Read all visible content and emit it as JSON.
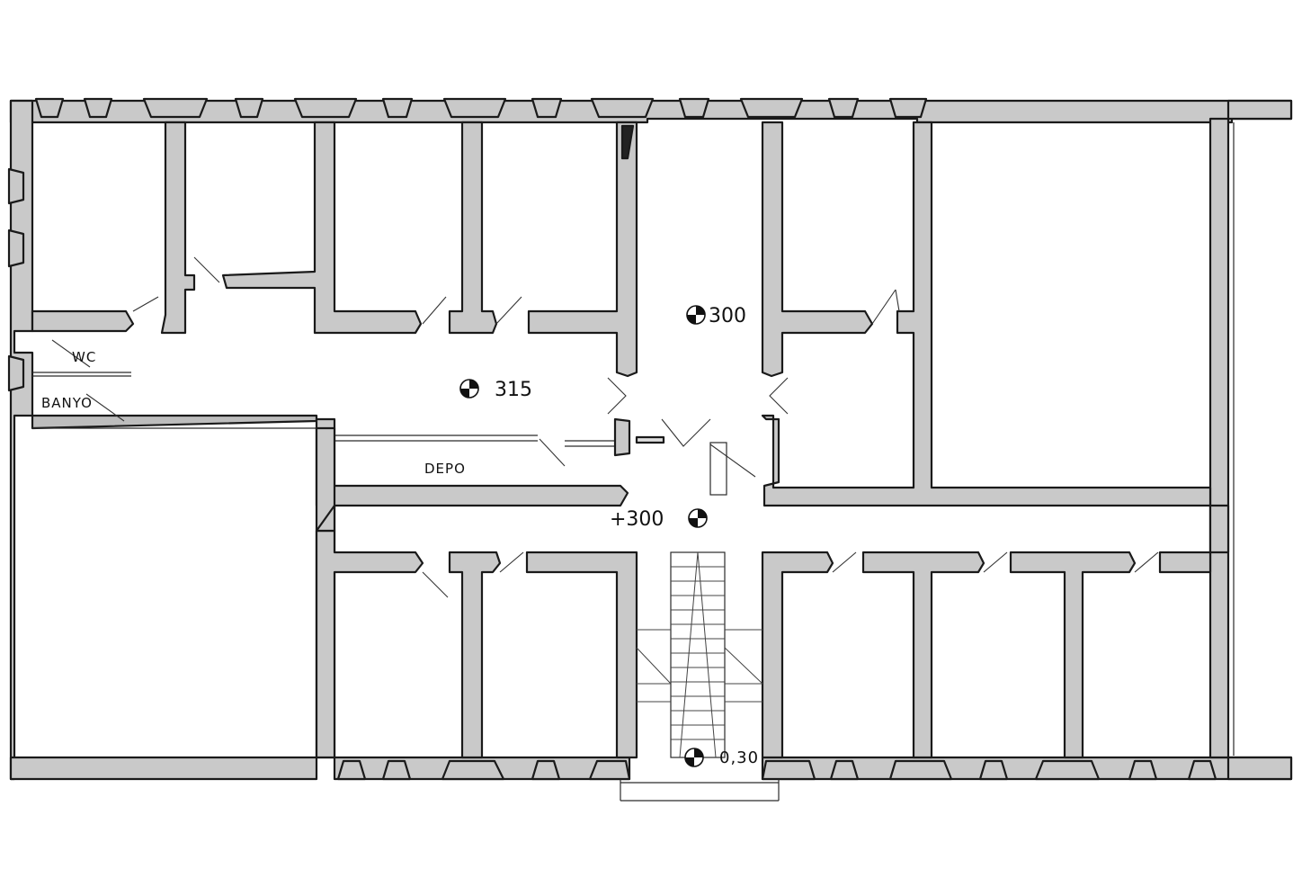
{
  "plan": {
    "rooms": {
      "wc": "WC",
      "banyo": "BANYO",
      "depo": "DEPO"
    },
    "levels": {
      "corridor": "315",
      "hall": "300",
      "landing": "+300",
      "stair_base": "0,30"
    }
  }
}
